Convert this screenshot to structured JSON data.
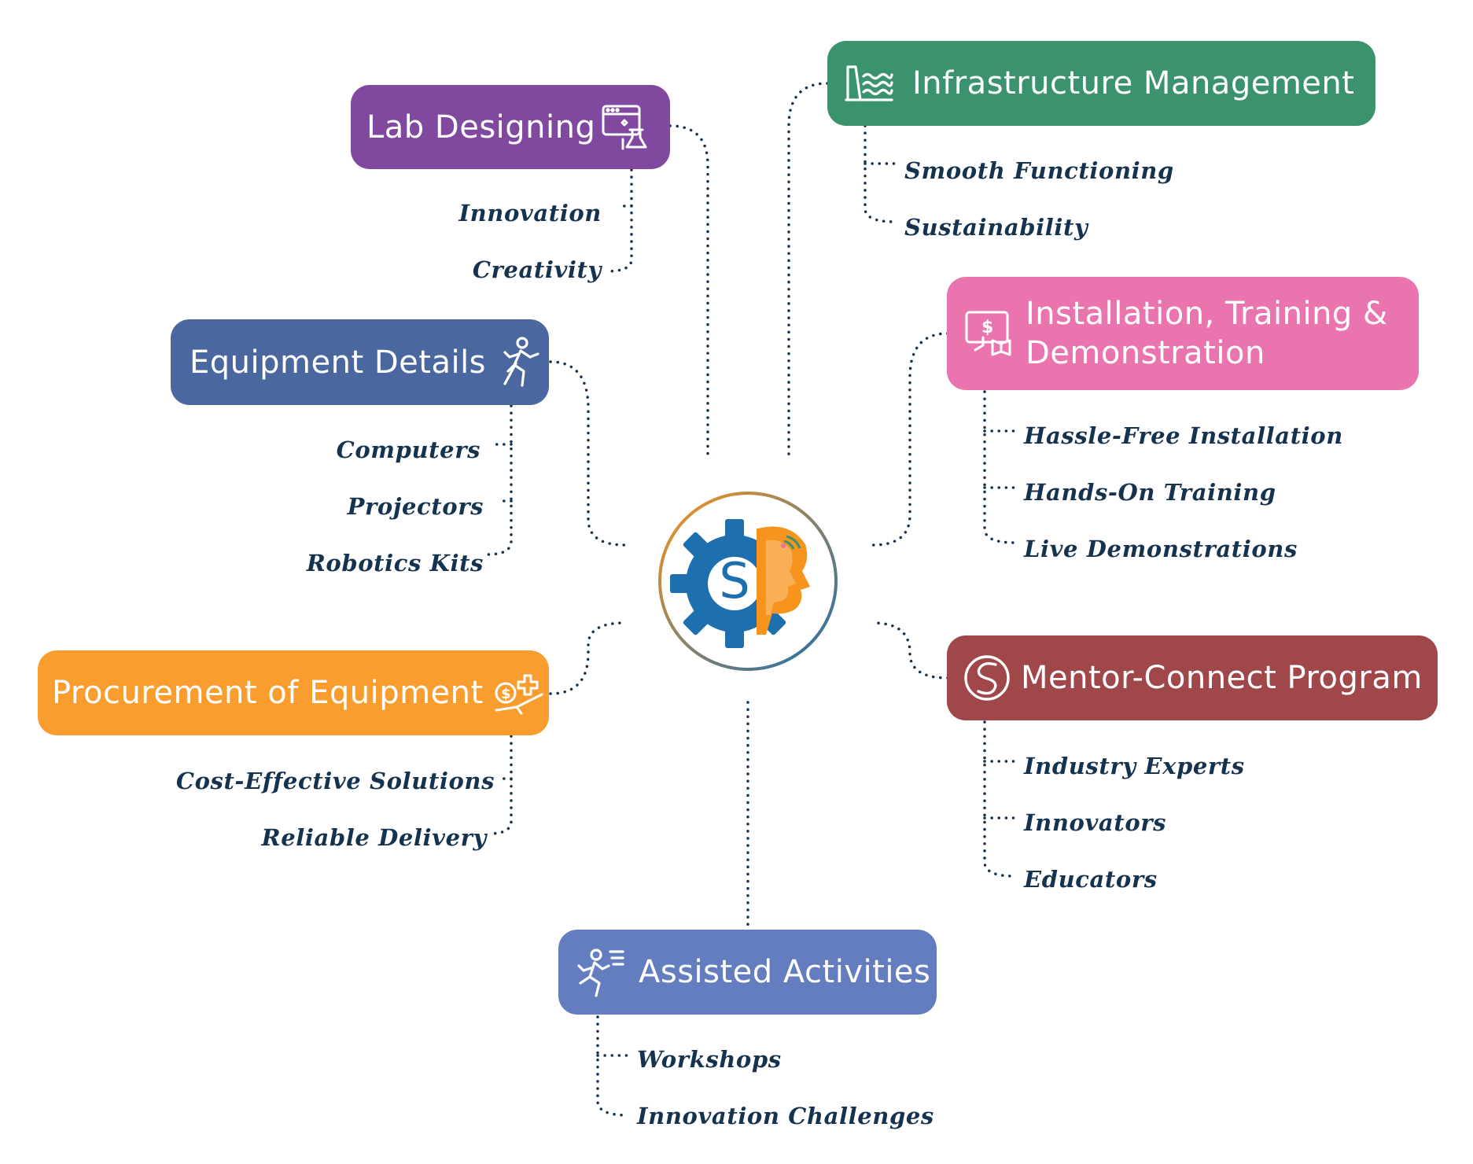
{
  "colors": {
    "lab": "#8148a0",
    "infra": "#3a936d",
    "equipment": "#4a679f",
    "installation": "#ea74ae",
    "procurement": "#f99d2f",
    "mentor": "#a0474a",
    "assisted": "#637dbf",
    "text_dark": "#15334f",
    "hub_gear": "#1e6fae",
    "hub_face": "#f7941e"
  },
  "hub": {
    "logo_letter": "S",
    "icon": "gear-head-logo"
  },
  "branches": {
    "lab": {
      "title": "Lab Designing",
      "icon": "lab-design-icon",
      "items": [
        "Innovation",
        "Creativity"
      ]
    },
    "infra": {
      "title": "Infrastructure Management",
      "icon": "infrastructure-icon",
      "items": [
        "Smooth Functioning",
        "Sustainability"
      ]
    },
    "equipment": {
      "title": "Equipment Details",
      "icon": "person-icon",
      "items": [
        "Computers",
        "Projectors",
        "Robotics Kits"
      ]
    },
    "installation": {
      "title": "Installation, Training & Demonstration",
      "icon": "monitor-dollar-icon",
      "items": [
        "Hassle-Free Installation",
        "Hands-On Training",
        "Live Demonstrations"
      ]
    },
    "procurement": {
      "title": "Procurement of Equipment",
      "icon": "coin-hand-icon",
      "items": [
        "Cost-Effective Solutions",
        "Reliable Delivery"
      ]
    },
    "mentor": {
      "title": "Mentor-Connect Program",
      "icon": "mentor-logo-icon",
      "items": [
        "Industry Experts",
        "Innovators",
        "Educators"
      ]
    },
    "assisted": {
      "title": "Assisted Activities",
      "icon": "running-person-icon",
      "items": [
        "Workshops",
        "Innovation Challenges"
      ]
    }
  }
}
